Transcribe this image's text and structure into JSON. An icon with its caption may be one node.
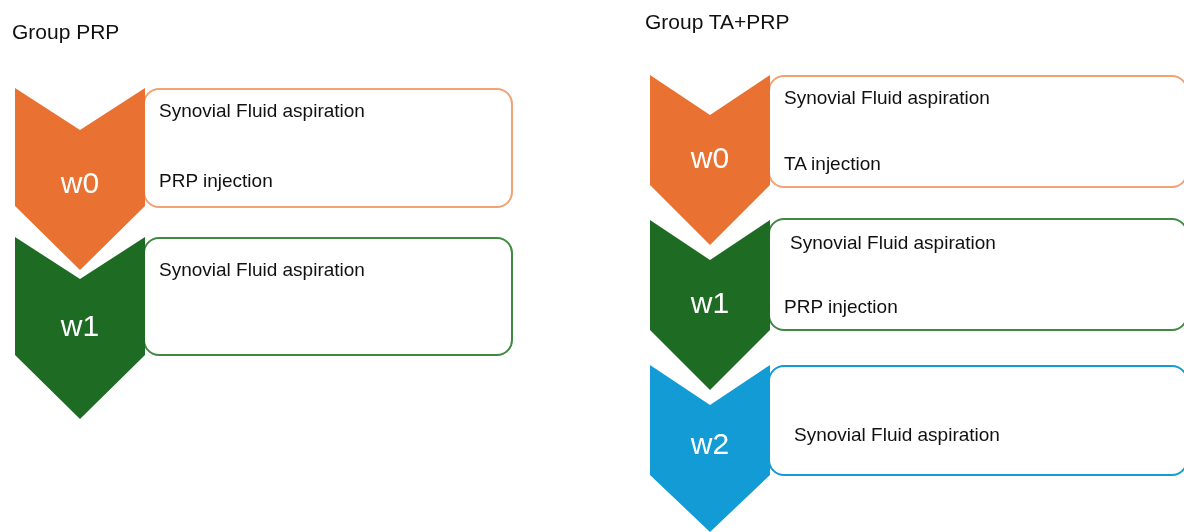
{
  "diagram": {
    "nodes": [
      {
        "text": [
          "w0"
        ]
      },
      {
        "text": [
          "Synovial Fluid aspiration",
          "PRP injection"
        ]
      },
      {
        "text": [
          "w1"
        ]
      },
      {
        "text": [
          "Synovial Fluid aspiration"
        ]
      },
      {
        "text": [
          "w0"
        ]
      },
      {
        "text": [
          "Synovial Fluid aspiration",
          "TA injection"
        ]
      },
      {
        "text": [
          "w1"
        ]
      },
      {
        "text": [
          "Synovial Fluid aspiration",
          "PRP injection"
        ]
      },
      {
        "text": [
          "w2"
        ]
      },
      {
        "text": [
          "Synovial Fluid aspiration"
        ]
      }
    ],
    "labels": [
      "Group PRP",
      "Group TA+PRP"
    ]
  }
}
